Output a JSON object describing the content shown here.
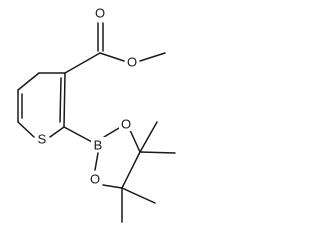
{
  "molecule": {
    "atoms": [
      {
        "id": "a1",
        "element": "O",
        "label": "O"
      },
      {
        "id": "a2",
        "element": "O",
        "label": "O"
      },
      {
        "id": "a3",
        "element": "S",
        "label": "S"
      },
      {
        "id": "a4",
        "element": "B",
        "label": "B"
      },
      {
        "id": "a5",
        "element": "O",
        "label": "O"
      },
      {
        "id": "a6",
        "element": "O",
        "label": "O"
      }
    ],
    "bond_color": "#1a1a1a",
    "label_color": "#1a1a1a"
  }
}
